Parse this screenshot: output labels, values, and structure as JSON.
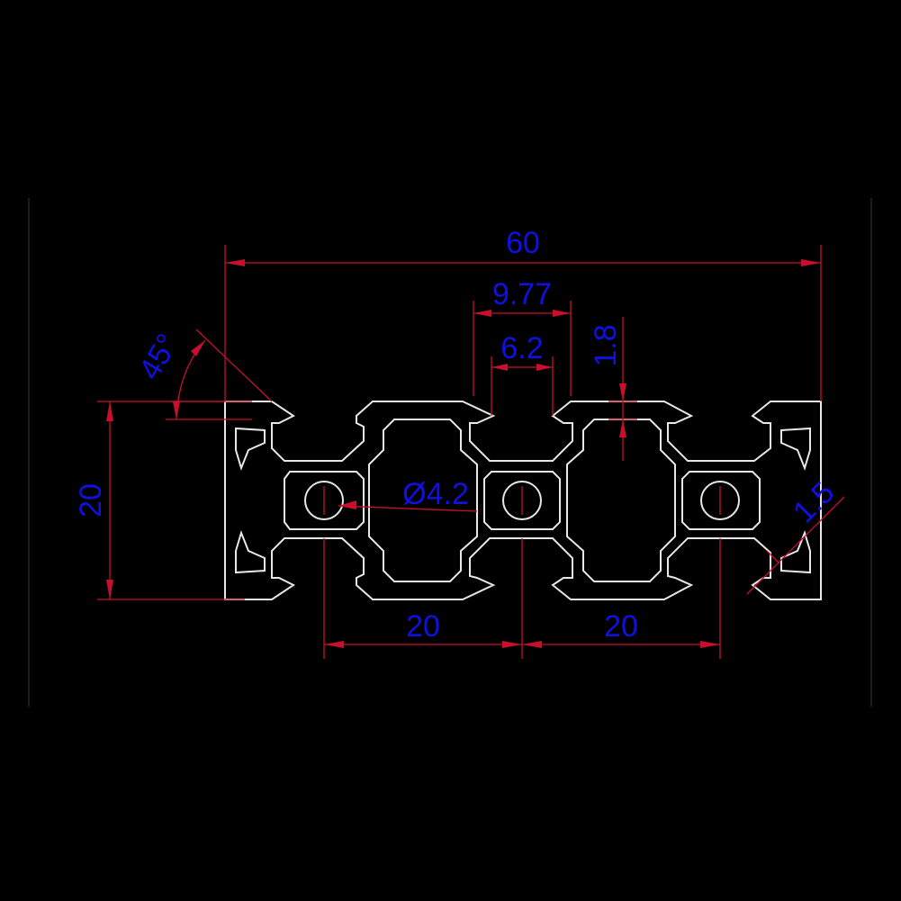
{
  "drawing": {
    "colors": {
      "background": "#000000",
      "profile_outline": "#e8e8e8",
      "dimension_lines": "#c8102e",
      "dimension_text": "#1010e0"
    },
    "dimensions": {
      "overall_width": "60",
      "slot_opening": "9.77",
      "slot_neck": "6.2",
      "lip_thickness": "1.8",
      "angle": "45°",
      "height": "20",
      "center_hole": "Ø4.2",
      "wall_thickness": "1.5",
      "pitch_left": "20",
      "pitch_right": "20"
    }
  }
}
